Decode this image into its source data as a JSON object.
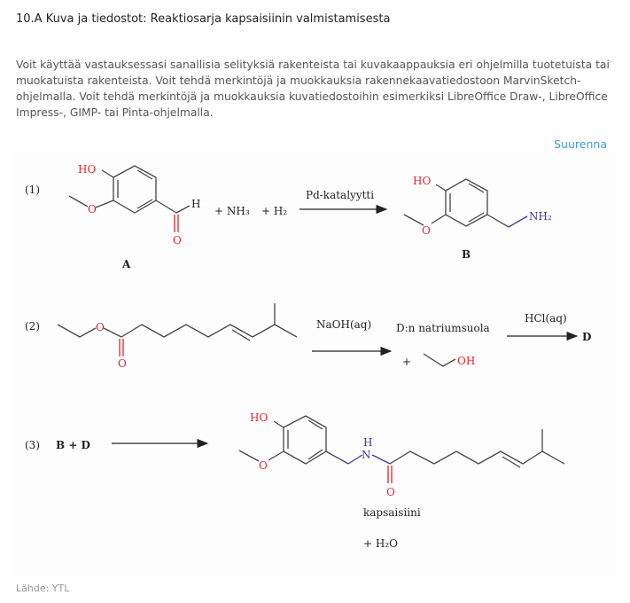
{
  "header": {
    "title": "10.A Kuva ja tiedostot: Reaktiosarja kapsaisiinin valmistamisesta"
  },
  "intro": "Voit käyttää vastauksessasi sanallisia selityksiä rakenteista tai kuvakaappauksia eri ohjelmilla tuotetuista tai muokatuista rakenteista. Voit tehdä merkintöjä ja muokkauksia rakennekaavatiedostoon MarvinSketch-ohjelmalla. Voit tehdä merkintöjä ja muokkauksia kuvatiedostoihin esimerkiksi LibreOffice Draw-, LibreOffice Impress-, GIMP- tai Pinta-ohjelmalla.",
  "enlarge_link": "Suurenna",
  "scheme": {
    "r1": {
      "num": "(1)",
      "reagent1": "+ NH₃",
      "reagent2": "+ H₂",
      "catalyst": "Pd-katalyytti",
      "label_a": "A",
      "label_b": "B",
      "ho": "HO",
      "o": "O",
      "h": "H",
      "nh2": "NH₂"
    },
    "r2": {
      "num": "(2)",
      "reagent1": "NaOH(aq)",
      "product1": "D:n natriumsuola",
      "plus": "+",
      "oh": "OH",
      "reagent2": "HCl(aq)",
      "product2": "D"
    },
    "r3": {
      "num": "(3)",
      "reactants": "B + D",
      "n": "N",
      "h": "H",
      "product": "kapsaisiini",
      "byproduct": "+   H₂O"
    }
  },
  "source": "Lähde: YTL"
}
